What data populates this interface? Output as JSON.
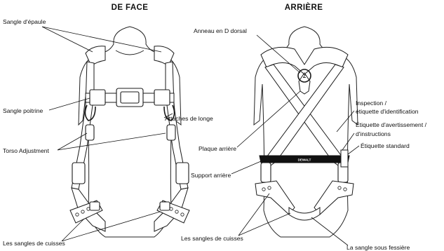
{
  "titles": {
    "front": "DE FACE",
    "back": "ARRIÈRE"
  },
  "labels": {
    "shoulder_strap": "Sangle d'épaule",
    "chest_strap": "Sangle poitrine",
    "torso_adjustment": "Torso Adjustment",
    "leg_straps_front": "Les sangles de cuisses",
    "lanyard_attachments": "Attaches de longe",
    "dorsal_d_ring": "Anneau en D dorsal",
    "back_plate": "Plaque arrière",
    "back_support": "Support arrière",
    "leg_straps_back": "Les sangles de cuisses",
    "sub_pelvic_strap": "La sangle sous fessière",
    "inspection_label_1": "Inspection /",
    "inspection_label_2": "étiquette d'identification",
    "warning_label_1": "Étiquette d'avertissement /",
    "warning_label_2": "d'instructions",
    "standard_label": "Étiquette standard"
  },
  "brand_badge": "DEWALT",
  "colors": {
    "ink": "#1a1a1a",
    "back_support_band": "#111111"
  }
}
